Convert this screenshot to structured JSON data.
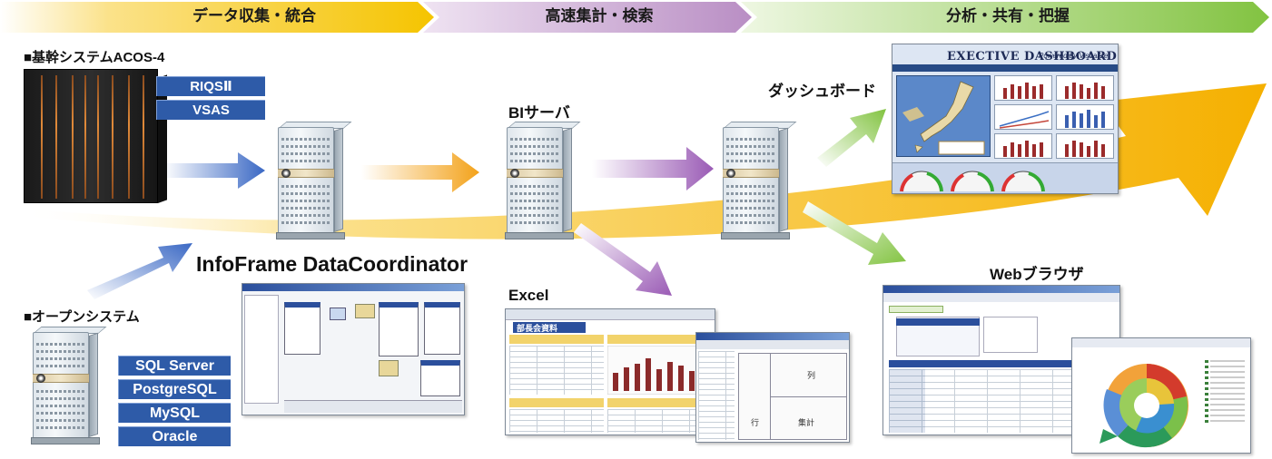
{
  "phases": [
    {
      "label": "データ収集・統合",
      "color": "#f5c400"
    },
    {
      "label": "高速集計・検索",
      "color": "#b98ec4"
    },
    {
      "label": "分析・共有・把握",
      "color": "#9acd5b"
    }
  ],
  "sections": {
    "core_system_title": "■基幹システムACOS-4",
    "core_system_labels": [
      "RIQSⅡ",
      "VSAS"
    ],
    "open_system_title": "■オープンシステム",
    "open_system_labels": [
      "SQL Server",
      "PostgreSQL",
      "MySQL",
      "Oracle"
    ],
    "data_coordinator": "InfoFrame DataCoordinator",
    "bi_server": "BIサーバ",
    "excel": "Excel",
    "dashboard": "ダッシュボード",
    "web_browser": "Webブラウザ"
  },
  "screenshots": {
    "dashboard_title": "EXECTIVE DASHBOARD",
    "dashboard_brand": "Powered by Visualizer",
    "excel_sheet_title": "部長会資料",
    "excel_pivot_row": "行",
    "excel_pivot_total": "集計",
    "excel_pivot_col": "列"
  },
  "colors": {
    "label_blue": "#2e5ba8",
    "arrow_blue": "#3a68c4",
    "arrow_orange": "#f3a21a",
    "arrow_purple": "#9a5bb5",
    "arrow_green": "#82c341",
    "swoosh": "#f6b81c"
  }
}
